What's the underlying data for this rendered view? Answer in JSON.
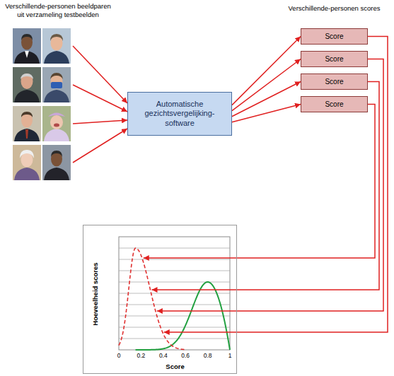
{
  "diagram": {
    "title": "Verschillende-personen beeldparen uit verzameling testbeelden",
    "nodes": [
      {
        "text": [
          "Automatische gezichtsvergelijking-software"
        ]
      },
      {
        "text": [
          "Score"
        ]
      },
      {
        "text": [
          "Score"
        ]
      },
      {
        "text": [
          "Score"
        ]
      },
      {
        "text": [
          "Score"
        ]
      },
      {
        "text": [
          "Hoeveelheid scores",
          "Score"
        ]
      }
    ],
    "edges": [
      {
        "from": 0,
        "to": 1,
        "arrow": "to"
      },
      {
        "from": 0,
        "to": 2,
        "arrow": "to"
      },
      {
        "from": 0,
        "to": 3,
        "arrow": "to"
      },
      {
        "from": 0,
        "to": 4,
        "arrow": "to"
      },
      {
        "from": 1,
        "to": 5,
        "arrow": "to"
      },
      {
        "from": 2,
        "to": 5,
        "arrow": "to"
      },
      {
        "from": 3,
        "to": 5,
        "arrow": "to"
      },
      {
        "from": 4,
        "to": 5,
        "arrow": "to"
      }
    ],
    "labels": [
      "Verschillende-personen scores",
      "0",
      "0.2",
      "0.4",
      "0.6",
      "0.8",
      "1"
    ]
  }
}
